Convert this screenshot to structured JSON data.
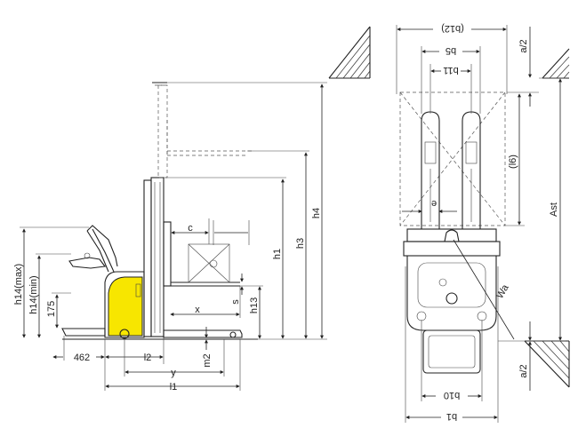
{
  "side_view": {
    "labels": {
      "h14_max": "h14(max)",
      "h14_min": "h14(min)",
      "d175": "175",
      "d462": "462",
      "l2": "l2",
      "y": "y",
      "l1": "l1",
      "m2": "m2",
      "x": "x",
      "c": "c",
      "s": "s",
      "h13": "h13",
      "h1": "h1",
      "h3": "h3",
      "h4": "h4"
    }
  },
  "top_view": {
    "labels": {
      "b12": "(b12)",
      "b5": "b5",
      "b11": "b11",
      "e": "e",
      "l6": "(l6)",
      "ast": "Ast",
      "a2_top": "a/2",
      "a2_bottom": "a/2",
      "wa": "Wa",
      "b10": "b10",
      "b1": "b1"
    }
  },
  "colors": {
    "battery_cover": "#f7e600",
    "line": "#222222"
  }
}
